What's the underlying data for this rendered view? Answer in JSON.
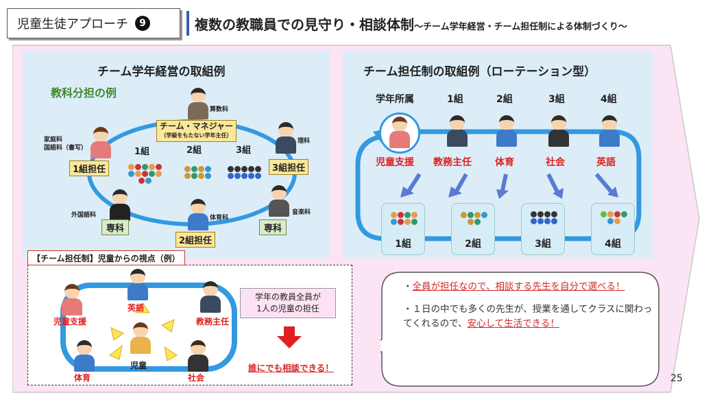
{
  "header": {
    "tag_label": "児童生徒アプローチ",
    "tag_number": "9",
    "title": "複数の教職員での見守り・相談体制",
    "subtitle": "～チーム学年経営・チーム担任制による体制づくり～"
  },
  "left_panel": {
    "title": "チーム学年経営の取組例",
    "subtitle": "教科分担の例",
    "manager_label": "チーム・マネジャー",
    "manager_note": "（学級をもたない学年主任）",
    "subjects": {
      "math": "算数科",
      "home_japanese": "家庭科\n国語科（書写）",
      "science": "理科",
      "foreign": "外国語科",
      "pe": "体育科",
      "music": "音楽科"
    },
    "classes": [
      "1組",
      "2組",
      "3組"
    ],
    "roles": [
      "1組担任",
      "3組担任",
      "専科",
      "2組担任",
      "専科"
    ]
  },
  "right_panel": {
    "title": "チーム担任制の取組例（ローテーション型）",
    "columns": [
      "学年所属",
      "1組",
      "2組",
      "3組",
      "4組"
    ],
    "roles": [
      "児童支援",
      "教務主任",
      "体育",
      "社会",
      "英語"
    ],
    "classes": [
      "1組",
      "2組",
      "3組",
      "4組"
    ]
  },
  "bottom_left": {
    "tag": "【チーム担任制】児童からの視点（例）",
    "labels": {
      "english": "英語",
      "support": "児童支援",
      "kyomu": "教務主任",
      "child": "児童",
      "pe": "体育",
      "social": "社会"
    },
    "pink_line1": "学年の教員全員が",
    "pink_line2": "1人の児童の担任",
    "consult": "誰にでも相談できる！"
  },
  "bullets": [
    {
      "prefix": "・",
      "u": "全員が担任なので、相談する先生を自分で選べる！",
      "rest": ""
    },
    {
      "prefix": "・",
      "text": "１日の中でも多くの先生が、授業を通してクラスに関わってくれるので、",
      "u": "安心して生活できる！"
    }
  ],
  "page_number": "25",
  "colors": {
    "accent_blue": "#3399e0",
    "panel": "#dcedf8",
    "pink_bg": "#fbe4f3",
    "red": "#e02020",
    "green": "#3f8a2e",
    "yellow": "#fbe79a"
  }
}
